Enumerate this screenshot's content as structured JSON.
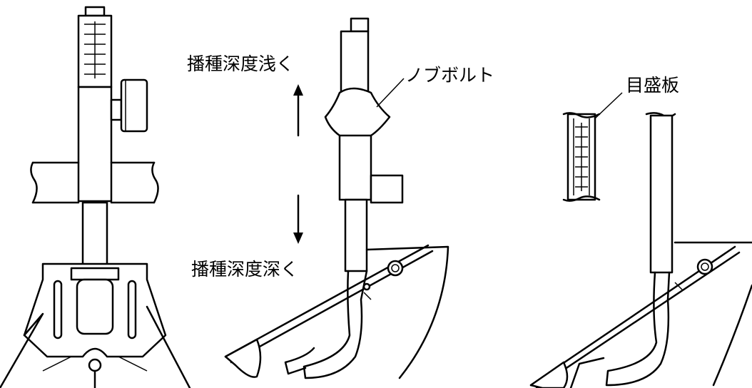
{
  "labels": {
    "shallow": "播種深度浅く",
    "deep": "播種深度深く",
    "knob_bolt": "ノブボルト",
    "scale_plate": "目盛板"
  }
}
